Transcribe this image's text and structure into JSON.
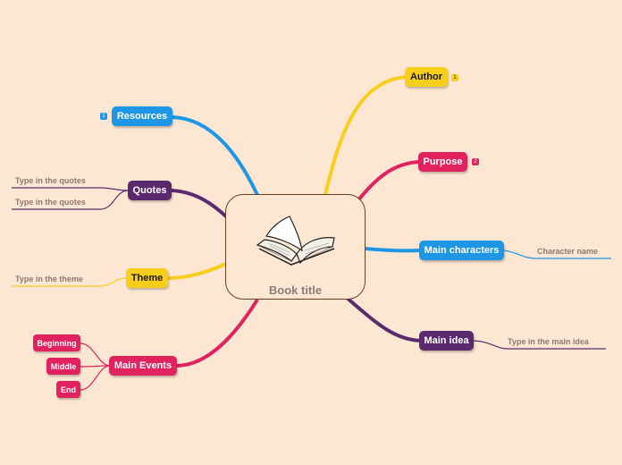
{
  "center": {
    "title": "Book title",
    "icon": "open-book-icon"
  },
  "branches": {
    "author": {
      "label": "Author",
      "badge": "1"
    },
    "purpose": {
      "label": "Purpose",
      "badge": "2"
    },
    "main_characters": {
      "label": "Main characters",
      "leaf": "Character name"
    },
    "main_idea": {
      "label": "Main idea",
      "leaf": "Type in the main idea"
    },
    "resources": {
      "label": "Resources",
      "badge": "2"
    },
    "quotes": {
      "label": "Quotes",
      "leaves": [
        "Type in the quotes",
        "Type in the quotes"
      ]
    },
    "theme": {
      "label": "Theme",
      "leaf": "Type in the theme"
    },
    "main_events": {
      "label": "Main Events",
      "children": [
        "Beginning",
        "Middle",
        "End"
      ]
    }
  },
  "colors": {
    "background": "#fde7d3",
    "blue": "#1e96e6",
    "yellow": "#f8cd1c",
    "red": "#e0235f",
    "purple": "#5b2a6e",
    "center_border": "#6b3d1e"
  }
}
